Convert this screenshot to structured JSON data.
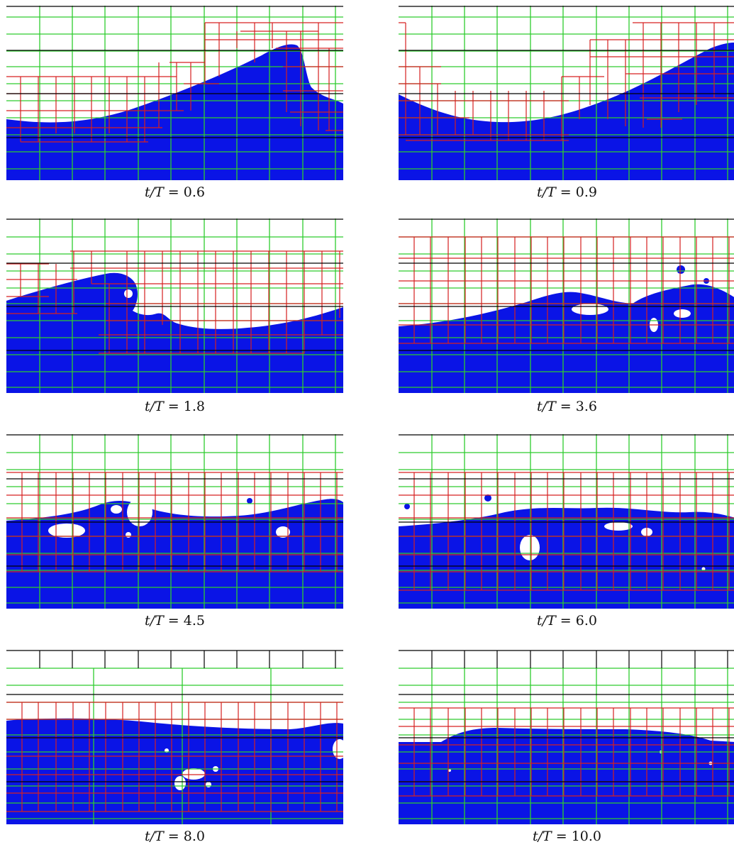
{
  "figure": {
    "colors": {
      "liquid": "#0a14e6",
      "gas": "#ffffff",
      "grid_level0": "#000000",
      "grid_level1": "#2ecc2e",
      "grid_level2": "#d62020"
    },
    "panels": [
      {
        "caption_var": "t/T",
        "caption_eq": " = 0.6",
        "caption_full": "t/T = 0.6"
      },
      {
        "caption_var": "t/T",
        "caption_eq": " = 0.9",
        "caption_full": "t/T = 0.9"
      },
      {
        "caption_var": "t/T",
        "caption_eq": " = 1.8",
        "caption_full": "t/T = 1.8"
      },
      {
        "caption_var": "t/T",
        "caption_eq": " = 3.6",
        "caption_full": "t/T = 3.6"
      },
      {
        "caption_var": "t/T",
        "caption_eq": " = 4.5",
        "caption_full": "t/T = 4.5"
      },
      {
        "caption_var": "t/T",
        "caption_eq": " = 6.0",
        "caption_full": "t/T = 6.0"
      },
      {
        "caption_var": "t/T",
        "caption_eq": " = 8.0",
        "caption_full": "t/T = 8.0"
      },
      {
        "caption_var": "t/T",
        "caption_eq": " = 10.0",
        "caption_full": "t/T = 10.0"
      }
    ]
  }
}
